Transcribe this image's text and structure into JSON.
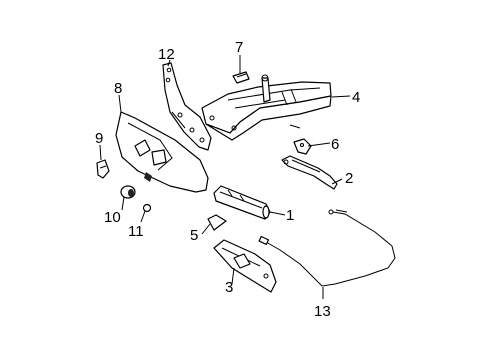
{
  "diagram": {
    "background_color": "#ffffff",
    "line_color": "#000000",
    "callouts": [
      "1",
      "2",
      "3",
      "4",
      "5",
      "6",
      "7",
      "8",
      "9",
      "10",
      "11",
      "12",
      "13"
    ]
  }
}
